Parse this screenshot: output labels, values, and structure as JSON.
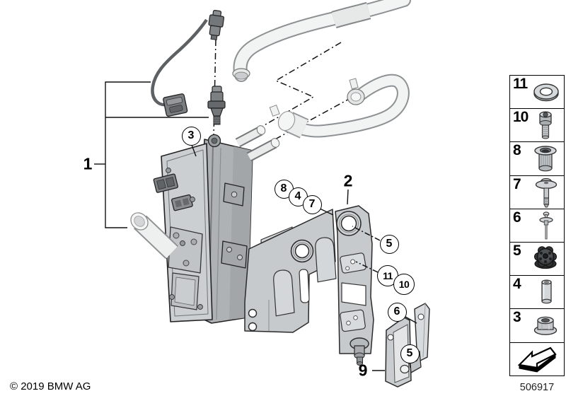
{
  "page": {
    "background": "#ffffff"
  },
  "colors": {
    "outline": "#111111",
    "part_gray": "#c6cacc",
    "hose_fill": "#f2f3f3",
    "rubber_dark": "#3b3e40"
  },
  "diagram": {
    "part_labels": {
      "p1": {
        "label": "1"
      },
      "p2": {
        "label": "2"
      },
      "p9": {
        "label": "9"
      }
    },
    "callouts": {
      "c3": {
        "label": "3"
      },
      "c8": {
        "label": "8"
      },
      "c4": {
        "label": "4"
      },
      "c7": {
        "label": "7"
      },
      "c5a": {
        "label": "5"
      },
      "c11": {
        "label": "11"
      },
      "c10": {
        "label": "10"
      },
      "c6": {
        "label": "6"
      },
      "c5b": {
        "label": "5"
      }
    }
  },
  "legend": {
    "items": [
      {
        "num": "11",
        "icon": "washer-icon"
      },
      {
        "num": "10",
        "icon": "hex-socket-bolt-icon"
      },
      {
        "num": "8",
        "icon": "rivet-nut-icon"
      },
      {
        "num": "7",
        "icon": "washer-head-screw-icon"
      },
      {
        "num": "6",
        "icon": "blind-rivet-icon"
      },
      {
        "num": "5",
        "icon": "rubber-mount-icon"
      },
      {
        "num": "4",
        "icon": "spacer-sleeve-icon"
      },
      {
        "num": "3",
        "icon": "flange-nut-icon"
      }
    ],
    "nav_icon": "page-arrow-icon"
  },
  "footer": {
    "copyright": "© 2019 BMW AG",
    "diagram_number": "506917"
  }
}
